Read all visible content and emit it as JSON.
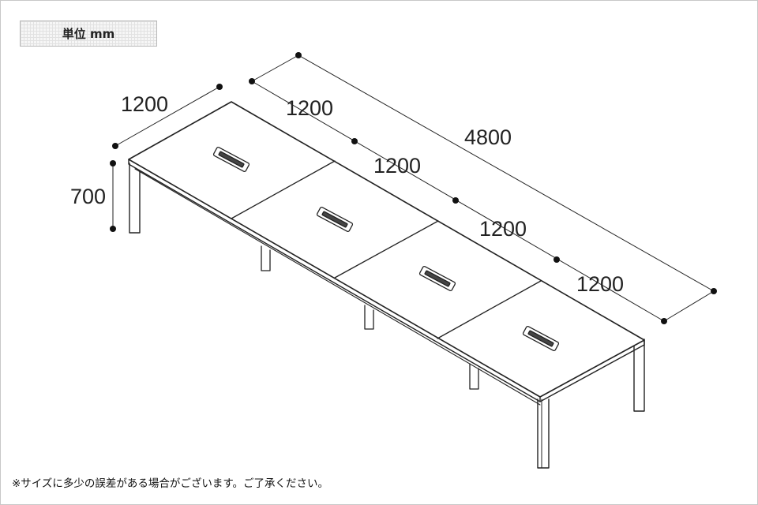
{
  "unit_label": "単位 mm",
  "dimensions": {
    "depth": "1200",
    "height": "700",
    "total_length": "4800",
    "segment_1": "1200",
    "segment_2": "1200",
    "segment_3": "1200",
    "segment_4": "1200"
  },
  "note": "※サイズに多少の誤差がある場合がございます。ご了承ください。"
}
